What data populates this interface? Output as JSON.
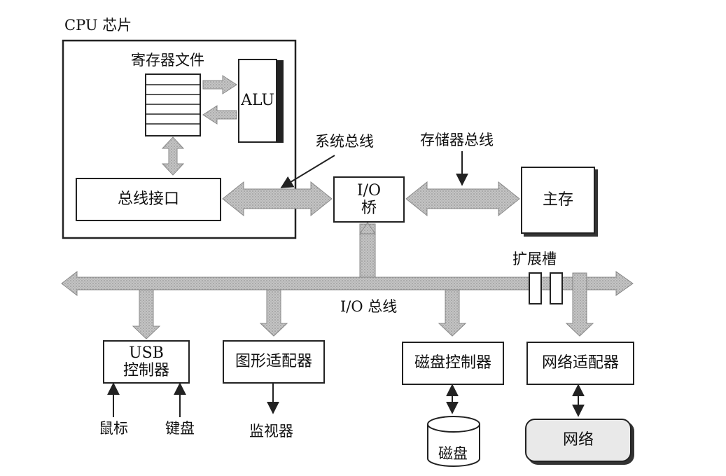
{
  "cpu": {
    "label": "CPU 芯片",
    "register_file_label": "寄存器文件",
    "alu_label": "ALU",
    "bus_interface_label": "总线接口"
  },
  "buses": {
    "system_bus_label": "系统总线",
    "memory_bus_label": "存储器总线",
    "io_bus_label": "I/O 总线"
  },
  "io_bridge": {
    "line1": "I/O",
    "line2": "桥"
  },
  "main_memory_label": "主存",
  "expansion_slots_label": "扩展槽",
  "devices": {
    "usb": {
      "line1": "USB",
      "line2": "控制器"
    },
    "graphics_adapter": "图形适配器",
    "disk_controller": "磁盘控制器",
    "network_adapter": "网络适配器"
  },
  "peripherals": {
    "mouse": "鼠标",
    "keyboard": "键盘",
    "monitor": "监视器",
    "disk": "磁盘",
    "network": "网络"
  },
  "colors": {
    "bus_fill": "#b8b8b8",
    "line": "#222222",
    "network_fill": "#e9e9e9"
  }
}
